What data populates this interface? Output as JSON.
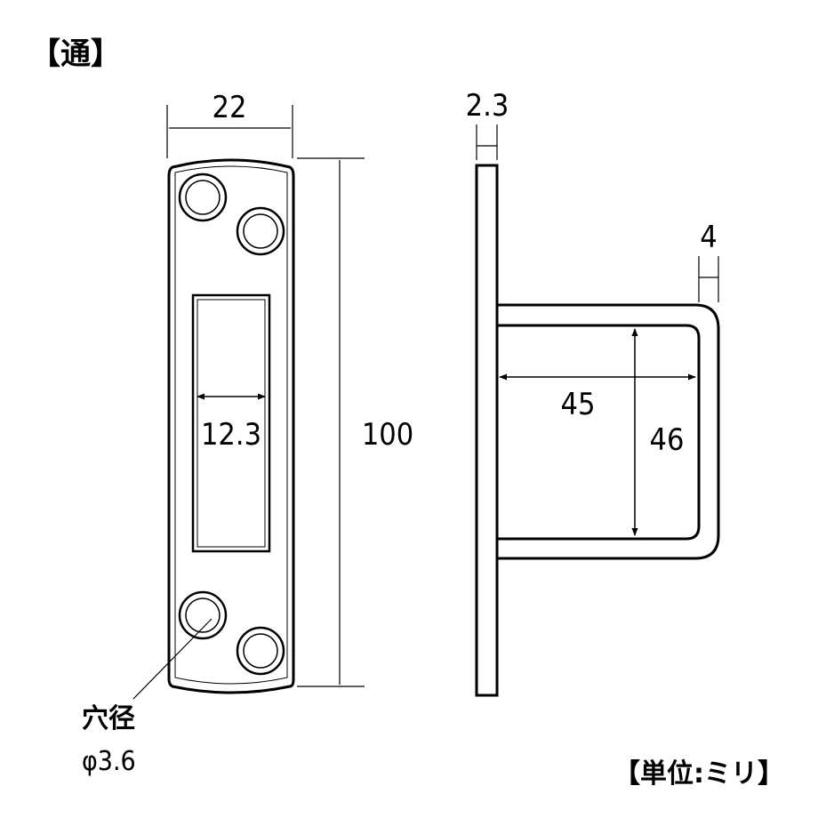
{
  "title": "【通】",
  "front_view": {
    "width_dim": "22",
    "height_dim": "100",
    "slot_width_dim": "12.3",
    "hole_label_line1": "穴径",
    "hole_label_line2": "φ3.6"
  },
  "side_view": {
    "plate_thickness_dim": "2.3",
    "wire_dim": "4",
    "depth_dim": "45",
    "height_dim": "46"
  },
  "unit_note": "【単位:ミリ】"
}
